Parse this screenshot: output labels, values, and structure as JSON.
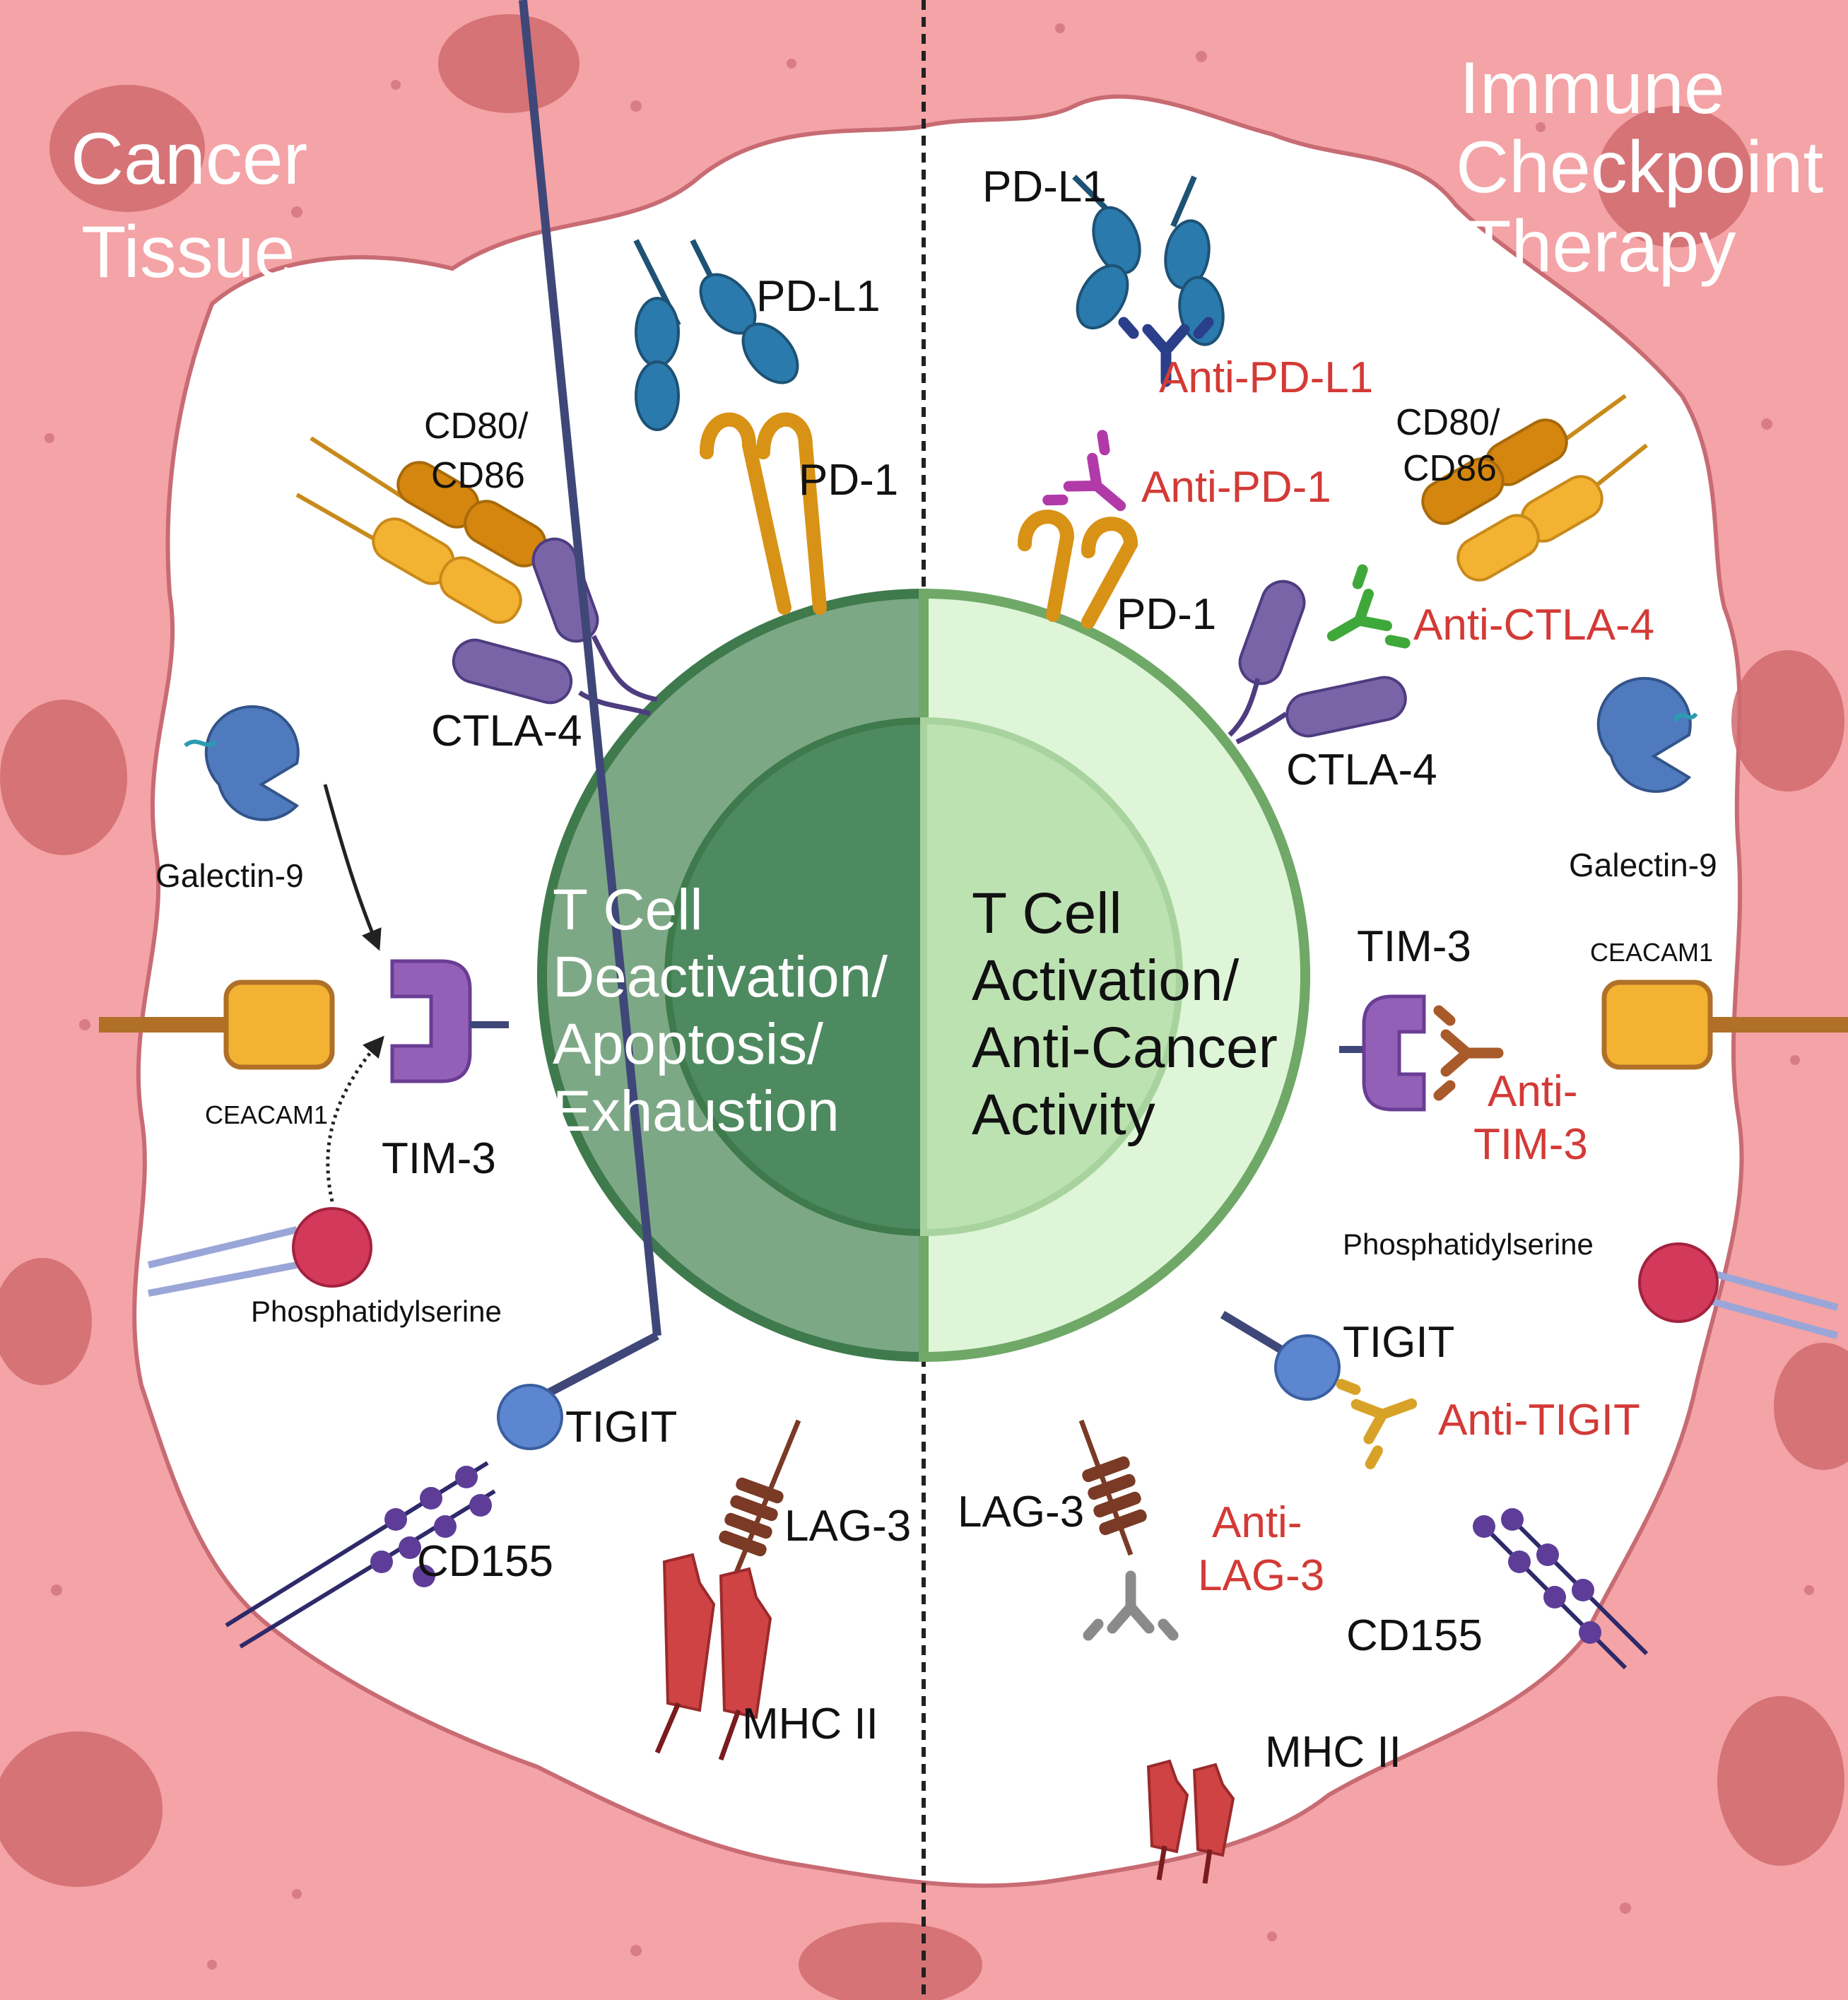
{
  "titles": {
    "left": [
      "Cancer",
      "Tissue"
    ],
    "right": [
      "Immune",
      "Checkpoint",
      "Therapy"
    ]
  },
  "cell": {
    "left": [
      "T Cell",
      "Deactivation/",
      "Apoptosis/",
      "Exhaustion"
    ],
    "right": [
      "T Cell",
      "Activation/",
      "Anti-Cancer",
      "Activity"
    ]
  },
  "left": {
    "pdl1": "PD-L1",
    "pd1": "PD-1",
    "cd80": [
      "CD80/",
      "CD86"
    ],
    "ctla4": "CTLA-4",
    "galectin": "Galectin-9",
    "ceacam": "CEACAM1",
    "tim3": "TIM-3",
    "ps": "Phosphatidylserine",
    "tigit": "TIGIT",
    "cd155": "CD155",
    "lag3": "LAG-3",
    "mhc": "MHC II"
  },
  "right": {
    "pdl1": "PD-L1",
    "anti_pdl1": "Anti-PD-L1",
    "anti_pd1": "Anti-PD-1",
    "pd1": "PD-1",
    "cd80": [
      "CD80/",
      "CD86"
    ],
    "anti_ctla4": "Anti-CTLA-4",
    "ctla4": "CTLA-4",
    "galectin": "Galectin-9",
    "tim3": "TIM-3",
    "ceacam": "CEACAM1",
    "anti_tim3": [
      "Anti-",
      "TIM-3"
    ],
    "ps": "Phosphatidylserine",
    "tigit": "TIGIT",
    "anti_tigit": "Anti-TIGIT",
    "lag3": "LAG-3",
    "anti_lag3": [
      "Anti-",
      "LAG-3"
    ],
    "cd155": "CD155",
    "mhc": "MHC II"
  },
  "colors": {
    "tissue": "#f4a3a6",
    "tissue_edge": "#c86b73",
    "nucleus": "#d06b6e",
    "cell_dark": "#7da886",
    "cell_dark_nucleus": "#4e8a60",
    "cell_light": "#def5d8",
    "cell_light_nucleus": "#bde2b2",
    "antibody_text": "#d33a36",
    "pdl1": "#2a7aad",
    "pd1": "#f0ac2e",
    "cd80": "#d4860f",
    "ctla4": "#7a64a8",
    "tim3": "#9360b8",
    "ceacam": "#f3b232",
    "galectin": "#4f7bbe",
    "ps": "#d3395a",
    "tigit": "#5c86d0",
    "cd155": "#5d3d97",
    "lag3": "#7a3a25",
    "mhc": "#cf4344"
  }
}
